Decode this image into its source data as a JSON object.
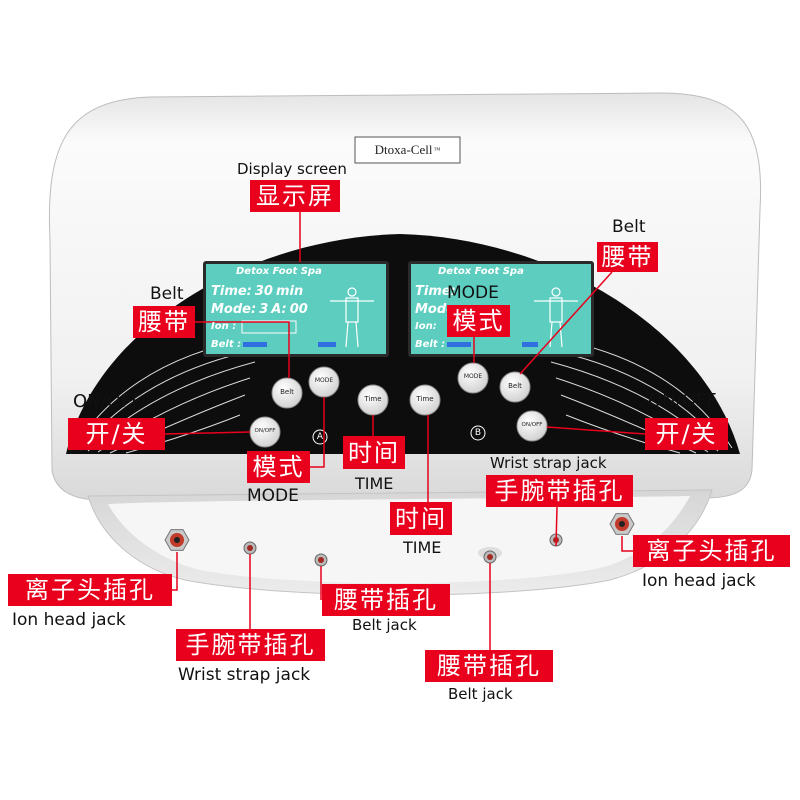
{
  "colors": {
    "label_red": "#e8001c",
    "lcd_green": "#5ccdbf",
    "panel_black": "#0d0d0d",
    "device_white": "#f2f2f2"
  },
  "device": {
    "brand": "Dtoxa-Cell",
    "trademark": "™",
    "screen_a": {
      "title": "Detox Foot Spa",
      "time_label": "Time:",
      "time_value": "30",
      "time_unit": "min",
      "mode_label": "Mode:",
      "mode_value": "3",
      "channel_label": "A:",
      "channel_value": "00",
      "ion_label": "Ion :",
      "belt_label": "Belt :"
    },
    "screen_b": {
      "title": "Detox Foot Spa",
      "time_label": "Time:",
      "mode_label": "Mode",
      "ion_label": "Ion:",
      "belt_label": "Belt :"
    },
    "buttons": {
      "belt_a": "Belt",
      "mode_a": "MODE",
      "time_a": "Time",
      "time_b": "Time",
      "mode_b": "MODE",
      "belt_b": "Belt",
      "onoff_a": "ON/OFF",
      "onoff_b": "ON/OFF"
    },
    "channels": {
      "a": "A",
      "b": "B"
    }
  },
  "annotations": {
    "display_screen": {
      "en": "Display screen",
      "zh": "显示屏"
    },
    "belt_right": {
      "en": "Belt",
      "zh": "腰带"
    },
    "belt_left": {
      "en": "Belt",
      "zh": "腰带"
    },
    "mode_top": {
      "en": "MODE",
      "zh": "模式"
    },
    "onoff_left": {
      "en": "ON/OFF",
      "zh": "开/关"
    },
    "onoff_right": {
      "en": "ON/OFF",
      "zh": "开/关"
    },
    "mode_bottom": {
      "en": "MODE",
      "zh": "模式"
    },
    "time_left": {
      "en": "TIME",
      "zh": "时间"
    },
    "time_middle": {
      "en": "TIME",
      "zh": "时间"
    },
    "wrist_right": {
      "en": "Wrist strap jack",
      "zh": "手腕带插孔"
    },
    "ion_right": {
      "en": "Ion head jack",
      "zh": "离子头插孔"
    },
    "ion_left": {
      "en": "Ion head jack",
      "zh": "离子头插孔"
    },
    "belt_jack_left": {
      "en": "Belt jack",
      "zh": "腰带插孔"
    },
    "wrist_left": {
      "en": "Wrist strap jack",
      "zh": "手腕带插孔"
    },
    "belt_jack_middle": {
      "en": "Belt jack",
      "zh": "腰带插孔"
    }
  }
}
